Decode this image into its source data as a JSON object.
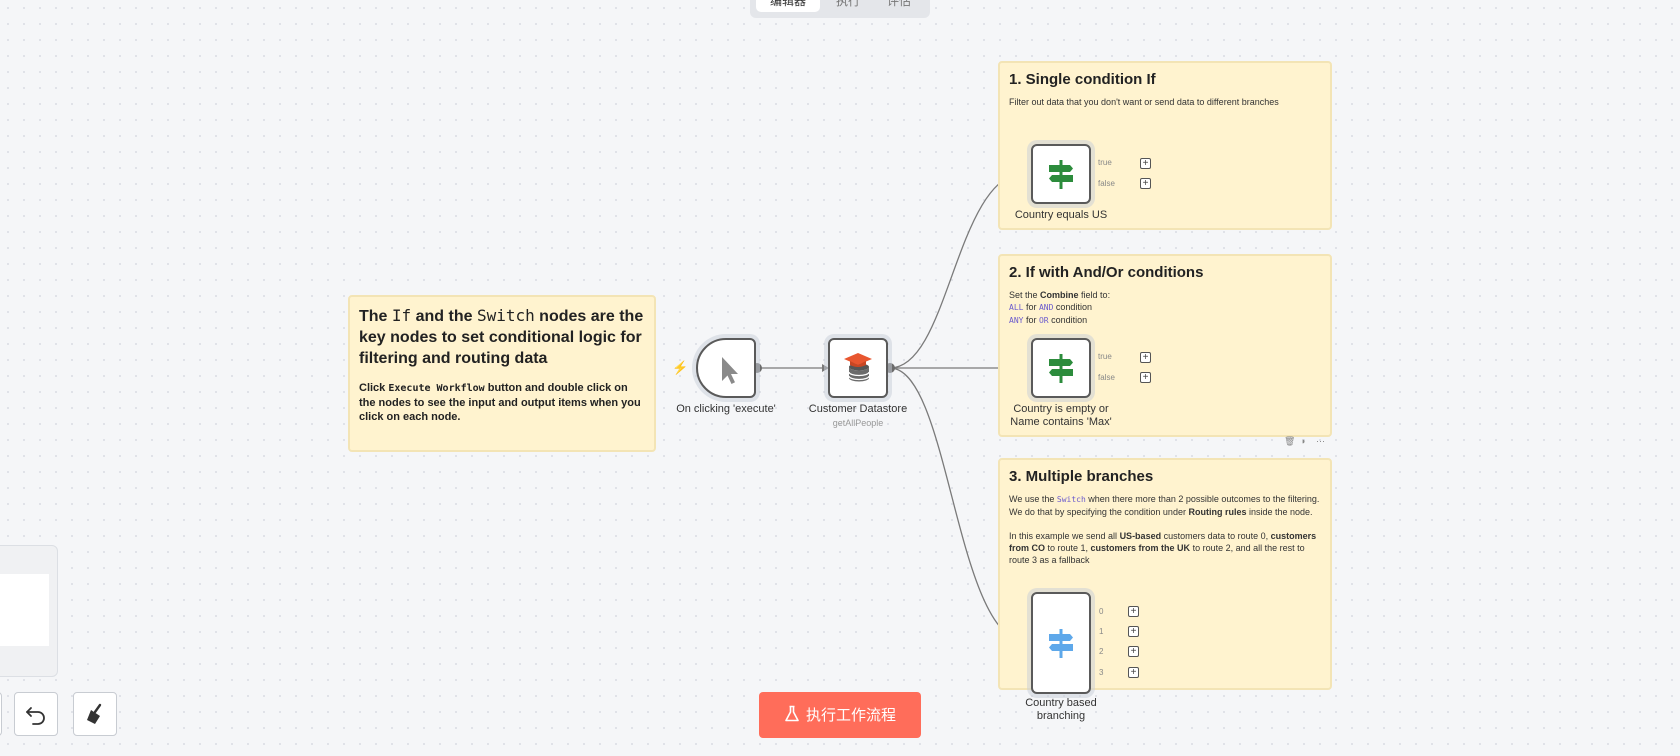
{
  "tabs": [
    "编辑器",
    "执行",
    "评估"
  ],
  "main_note": {
    "title_parts": [
      "The ",
      "If",
      " and the ",
      "Switch",
      " nodes are the key nodes to set conditional logic for filtering and routing data"
    ],
    "body_parts": [
      "Click ",
      "Execute Workflow",
      " button and double click on the nodes to see the input and output items when you click on each node."
    ]
  },
  "note1": {
    "title": "1. Single condition If",
    "body": "Filter out data that you don't want or send data to different branches"
  },
  "note2": {
    "title": "2. If with And/Or conditions",
    "line1_parts": [
      "Set the ",
      "Combine",
      " field to:"
    ],
    "line2_parts": [
      "ALL",
      " for ",
      "AND",
      " condition"
    ],
    "line3_parts": [
      "ANY",
      " for ",
      "OR",
      " condition"
    ]
  },
  "note3": {
    "title": "3. Multiple branches",
    "p1_parts": [
      "We use the ",
      "Switch",
      " when there more than 2 possible outcomes to the filtering. We do that by specifying the condition under ",
      "Routing rules",
      " inside the node."
    ],
    "p2_parts": [
      "In this example we send all ",
      "US-based",
      " customers data to route 0, ",
      "customers from CO",
      " to route 1, ",
      "customers from the UK",
      " to route 2, and all the rest to route 3 as a fallback"
    ]
  },
  "nodes": {
    "trigger": {
      "label": "On clicking 'execute'",
      "icon": "cursor-icon"
    },
    "datastore": {
      "label": "Customer Datastore",
      "sub": "getAllPeople",
      "icon": "database-icon"
    },
    "if1": {
      "label": "Country equals US",
      "icon": "signpost-icon"
    },
    "if2": {
      "label_line1": "Country is empty or",
      "label_line2": "Name contains 'Max'",
      "icon": "signpost-icon"
    },
    "switch": {
      "label_line1": "Country based",
      "label_line2": "branching",
      "icon": "signpost-icon"
    }
  },
  "ports": {
    "if_true": "true",
    "if_false": "false",
    "switch_outputs": [
      "0",
      "1",
      "2",
      "3"
    ],
    "plus": "+"
  },
  "run_button": {
    "label": "执行工作流程",
    "icon": "flask-icon"
  },
  "toolbar": {
    "undo_icon": "undo-icon",
    "clear_icon": "broom-icon"
  },
  "colors": {
    "accent": "#ff6d5a",
    "sticky": "#fff3cf",
    "if_green": "#2c8c3c",
    "switch_blue": "#5ea8ea"
  }
}
